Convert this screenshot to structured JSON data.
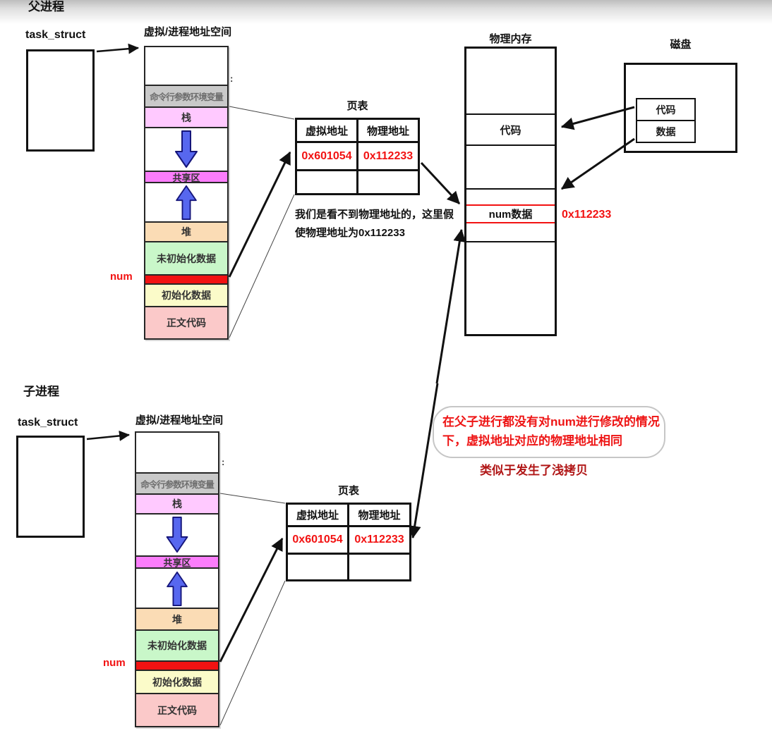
{
  "parent": {
    "section_title": "父进程",
    "task_struct_label": "task_struct",
    "address_space_title": "虚拟/进程地址空间",
    "edge_marker": ":",
    "num_pointer_label": "num",
    "segments": {
      "cmdline": "命令行参数环境变量",
      "stack": "栈",
      "shared": "共享区",
      "heap": "堆",
      "uninitialized": "未初始化数据",
      "initialized": "初始化数据",
      "text_code": "正文代码"
    },
    "page_table": {
      "title": "页表",
      "headers": [
        "虚拟地址",
        "物理地址"
      ],
      "rows": [
        [
          "0x601054",
          "0x112233"
        ],
        [
          "",
          ""
        ]
      ]
    },
    "note_line1": "我们是看不到物理地址的，这里假",
    "note_line2": "使物理地址为0x112233"
  },
  "child": {
    "section_title": "子进程",
    "task_struct_label": "task_struct",
    "address_space_title": "虚拟/进程地址空间",
    "edge_marker": ":",
    "num_pointer_label": "num",
    "segments": {
      "cmdline": "命令行参数环境变量",
      "stack": "栈",
      "shared": "共享区",
      "heap": "堆",
      "uninitialized": "未初始化数据",
      "initialized": "初始化数据",
      "text_code": "正文代码"
    },
    "page_table": {
      "title": "页表",
      "headers": [
        "虚拟地址",
        "物理地址"
      ],
      "rows": [
        [
          "0x601054",
          "0x112233"
        ],
        [
          "",
          ""
        ]
      ]
    }
  },
  "physical_memory": {
    "title": "物理内存",
    "code_label": "代码",
    "num_row_label": "num数据",
    "physical_address": "0x112233"
  },
  "disk": {
    "title": "磁盘",
    "code_label": "代码",
    "data_label": "数据"
  },
  "annotations": {
    "bubble_line1": "在父子进行都没有对num进行修改的情况",
    "bubble_line2": "下，虚拟地址对应的物理地址相同",
    "shallow_copy_note": "类似于发生了浅拷贝"
  },
  "colors": {
    "highlight_red": "#f21212",
    "note_dark_red": "#b01616",
    "stack_pink": "#ffc9ff",
    "shared_magenta": "#fb7dfb",
    "heap_peach": "#fbdcb5",
    "uninitialized_green": "#c9f7c9",
    "initialized_yellow": "#fbfbc9",
    "text_code_pink": "#fbc9c9",
    "cmdline_gray": "#c9c9c9",
    "arrow_blue": "#5767ef"
  }
}
